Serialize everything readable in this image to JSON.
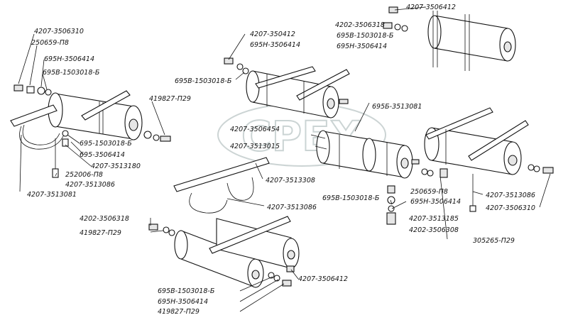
{
  "watermark": "CPEX",
  "labels": {
    "l1": "4207-3506310",
    "l2": "250659-П8",
    "l3": "695Н-3506414",
    "l4": "695В-1503018-Б",
    "l5": "419827-П29",
    "l6": "695-1503018-Б",
    "l7": "695-3506414",
    "l8": "4207-3513180",
    "l9": "252006-П8",
    "l10": "4207-3513086",
    "l11": "4207-3513081",
    "l12": "4207-350412",
    "l13": "695Н-3506414",
    "l14": "695В-1503018-Б",
    "l15": "4202-3506318",
    "l16": "4207-3506412",
    "l17": "695В-1503018-Б",
    "l18": "695Н-3506414",
    "l19": "695Б-3513081",
    "l20": "4207-3506454",
    "l21": "4207-3513015",
    "l22": "4207-3513308",
    "l23": "4207-3513086",
    "l24": "4202-3506318",
    "l25": "419827-П29",
    "l26": "695В-1503018-Б",
    "l27": "250659-П8",
    "l28": "695Н-3506414",
    "l29": "4207-3513185",
    "l30": "4202-3506308",
    "l31": "305265-П29",
    "l32": "4207-3513086",
    "l33": "4207-3506310",
    "l34": "4207-3506412",
    "l35": "695В-1503018-Б",
    "l36": "695Н-3506414",
    "l37": "419827-П29"
  }
}
